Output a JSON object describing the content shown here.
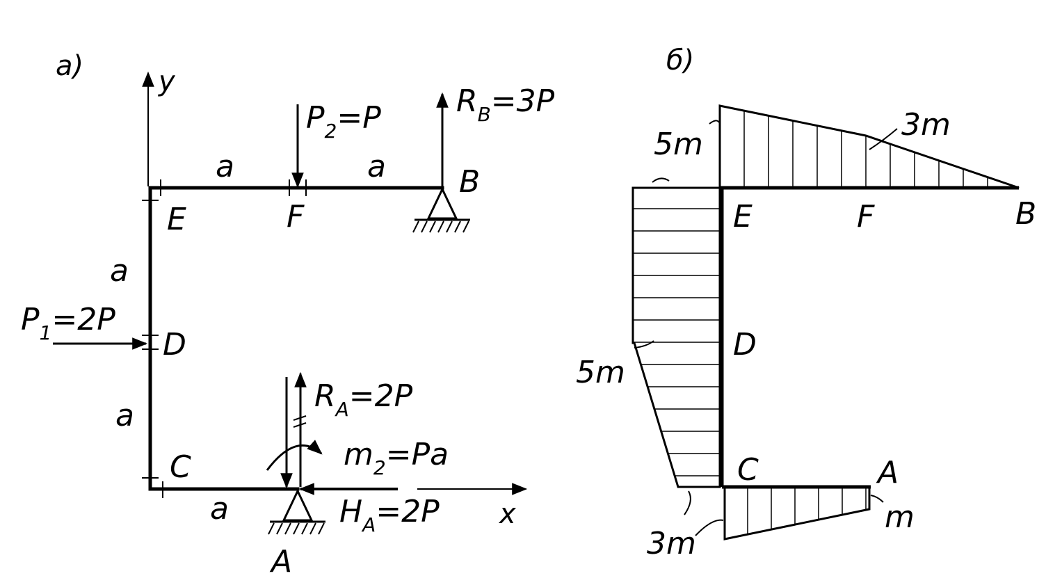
{
  "panels": {
    "a": {
      "label": "a)"
    },
    "b": {
      "label": "б)"
    }
  },
  "frame": {
    "axis_y": "y",
    "axis_x": "x",
    "points": {
      "E": "E",
      "F": "F",
      "B": "B",
      "D": "D",
      "C": "C",
      "A": "A"
    },
    "dims": {
      "ef": "a",
      "fb": "a",
      "ed": "a",
      "dc": "a",
      "ca": "a"
    },
    "forces": {
      "p2": {
        "main": "P",
        "sub": "2",
        "rest": "=P"
      },
      "rb": {
        "main": "R",
        "sub": "B",
        "rest": "=3P"
      },
      "p1": {
        "main": "P",
        "sub": "1",
        "rest": "=2P"
      },
      "ra": {
        "main": "R",
        "sub": "A",
        "rest": "=2P"
      },
      "m2": {
        "main": "m",
        "sub": "2",
        "rest": "=Pa"
      },
      "ha": {
        "main": "H",
        "sub": "A",
        "rest": "=2P"
      }
    }
  },
  "moment_diagram": {
    "points": {
      "E": "E",
      "F": "F",
      "B": "B",
      "D": "D",
      "C": "C",
      "A": "A"
    },
    "values": {
      "e_top": "5m",
      "e_left": "5m",
      "f": "3m",
      "d": "5m",
      "c": "3m",
      "a": "m"
    }
  },
  "colors": {
    "ink": "#000000",
    "paper": "#ffffff"
  }
}
